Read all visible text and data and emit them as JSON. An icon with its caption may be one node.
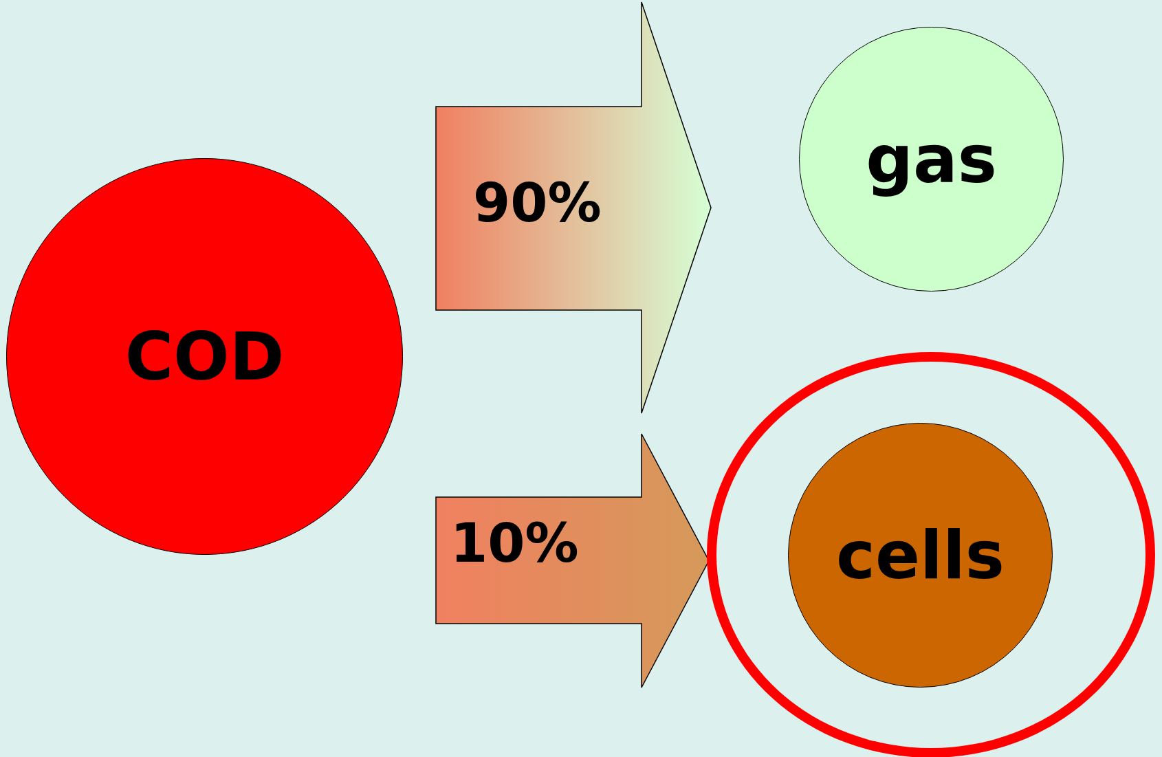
{
  "diagram": {
    "nodes": [
      {
        "text": [
          "COD"
        ]
      },
      {
        "text": [
          "gas"
        ]
      },
      {
        "text": [],
        "shape": "circle"
      },
      {
        "text": [
          "cells"
        ],
        "in": 2
      }
    ],
    "edges": [
      {
        "from": 0,
        "to": 1,
        "arrow": "to",
        "label": "90%"
      },
      {
        "from": 0,
        "to": 2,
        "arrow": "to",
        "label": "10%"
      }
    ]
  }
}
